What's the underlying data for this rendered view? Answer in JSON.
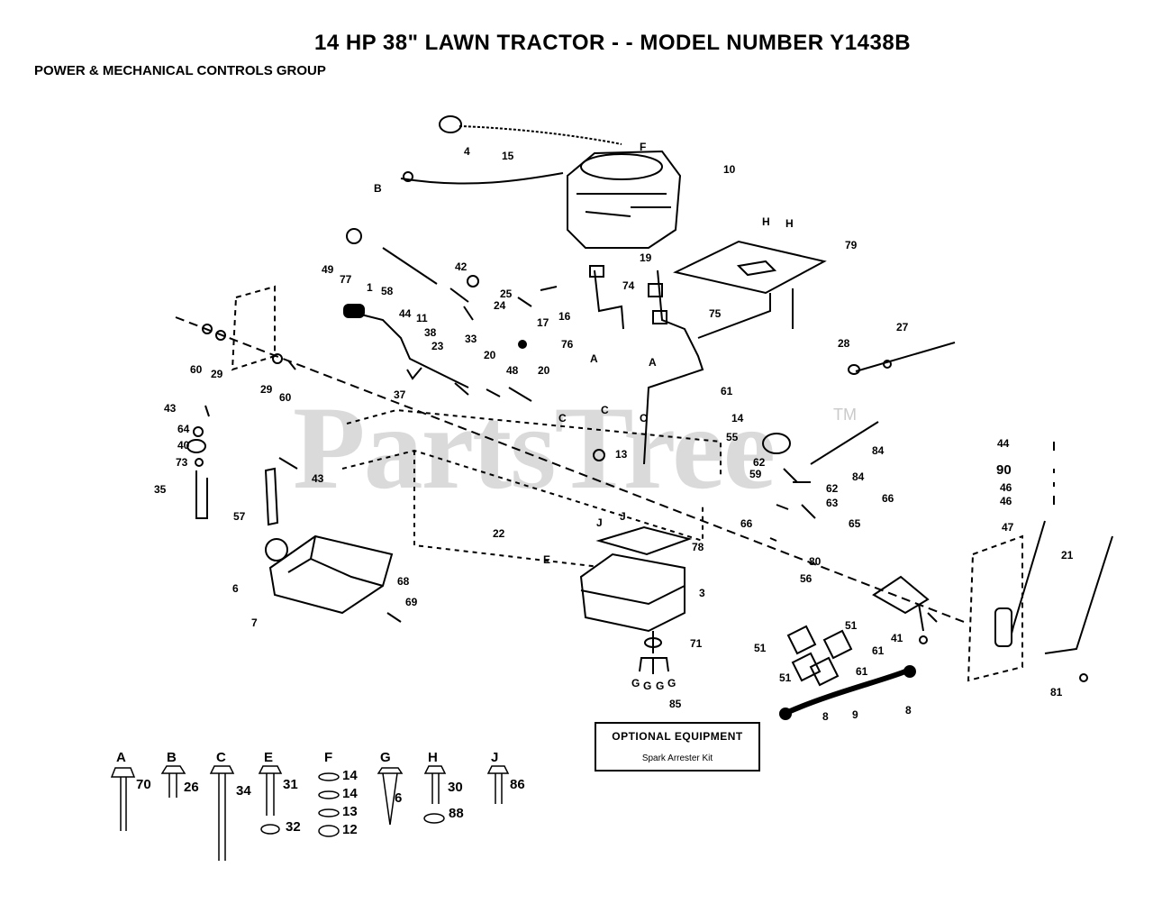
{
  "header": {
    "title": "14 HP 38\" LAWN TRACTOR - - MODEL NUMBER Y1438B",
    "subtitle": "POWER & MECHANICAL CONTROLS GROUP"
  },
  "watermark": {
    "text": "PartsTree",
    "tm": "TM"
  },
  "optional_box": {
    "title": "OPTIONAL EQUIPMENT",
    "item": "Spark Arrester Kit"
  },
  "callouts": {
    "c15": "15",
    "cF": "F",
    "c4": "4",
    "cB": "B",
    "c10": "10",
    "cH1": "H",
    "cH2": "H",
    "c79": "79",
    "c49": "49",
    "c77": "77",
    "c58": "58",
    "c42": "42",
    "c25": "25",
    "c24": "24",
    "c44a": "44",
    "c11": "11",
    "c1": "1",
    "c38": "38",
    "c23": "23",
    "c33": "33",
    "c17": "17",
    "c16": "16",
    "c19": "19",
    "c74": "74",
    "c75": "75",
    "c76": "76",
    "cA1": "A",
    "cA2": "A",
    "c60a": "60",
    "c29a": "29",
    "c29b": "29",
    "c60b": "60",
    "c37": "37",
    "c20a": "20",
    "c48": "48",
    "c20b": "20",
    "c28": "28",
    "c27": "27",
    "c43a": "43",
    "c64": "64",
    "c40": "40",
    "c73": "73",
    "c35": "35",
    "c43b": "43",
    "c57": "57",
    "cC1": "C",
    "cC2": "C",
    "cC3": "C",
    "c13": "13",
    "c61a": "61",
    "c14": "14",
    "c55": "55",
    "c84a": "84",
    "c62a": "62",
    "c59": "59",
    "c84b": "84",
    "c62b": "62",
    "c63": "63",
    "c66a": "66",
    "c66b": "66",
    "c65": "65",
    "c80": "80",
    "c56": "56",
    "c44b": "44",
    "c90": "90",
    "c46a": "46",
    "c46b": "46",
    "c47": "47",
    "c21": "21",
    "c22": "22",
    "cE": "E",
    "cJ1": "J",
    "cJ2": "J",
    "c78": "78",
    "c6": "6",
    "c7": "7",
    "c68": "68",
    "c69": "69",
    "c3": "3",
    "c71": "71",
    "cG1": "G",
    "cG2": "G",
    "cG3": "G",
    "cG4": "G",
    "c85": "85",
    "c41": "41",
    "c51a": "51",
    "c51b": "51",
    "c61b": "61",
    "c51c": "51",
    "c61c": "61",
    "c8a": "8",
    "c9": "9",
    "c8b": "8",
    "c81": "81"
  },
  "hardware_key": [
    {
      "letter": "A",
      "parts": [
        "70"
      ]
    },
    {
      "letter": "B",
      "parts": [
        "26"
      ]
    },
    {
      "letter": "C",
      "parts": [
        "34"
      ]
    },
    {
      "letter": "E",
      "parts": [
        "31",
        "32"
      ]
    },
    {
      "letter": "F",
      "parts": [
        "14",
        "14",
        "13",
        "12"
      ]
    },
    {
      "letter": "G",
      "parts": [
        "6"
      ]
    },
    {
      "letter": "H",
      "parts": [
        "30",
        "88"
      ]
    },
    {
      "letter": "J",
      "parts": [
        "86"
      ]
    }
  ]
}
